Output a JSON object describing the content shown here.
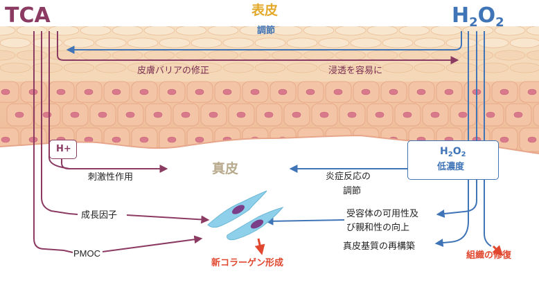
{
  "colors": {
    "tca": "#8b3a62",
    "h2o2": "#3f74b6",
    "epidermis": "#e3a92a",
    "dermis": "#b7a98b",
    "repair": "#e0472e",
    "text": "#222222"
  },
  "header": {
    "tca": "TCA",
    "h2o2_main": "H",
    "h2o2_sub1": "2",
    "h2o2_mid": "O",
    "h2o2_sub2": "2",
    "epidermis": "表皮",
    "regulation": "調節"
  },
  "skin_labels": {
    "barrier": "皮膚バリアの修正",
    "penetration": "浸透を容易に",
    "dermis": "真皮"
  },
  "boxes": {
    "hplus": "H+",
    "h2o2_low": "低濃度"
  },
  "tca_effects": {
    "irritation": "刺激性作用",
    "growth": "成長因子",
    "pmoc": "PMOC"
  },
  "h2o2_effects": {
    "inflammation_line1": "炎症反応の",
    "inflammation_line2": "調節",
    "receptor_line1": "受容体の可用性及",
    "receptor_line2": "び親和性の向上",
    "matrix": "真皮基質の再構築"
  },
  "outcomes": {
    "collagen": "新コラーゲン形成",
    "repair": "組織の修復"
  },
  "icons": [
    "fibroblast-cell-icon",
    "arrow-right-icon",
    "arrow-left-icon",
    "arrow-down-icon"
  ]
}
